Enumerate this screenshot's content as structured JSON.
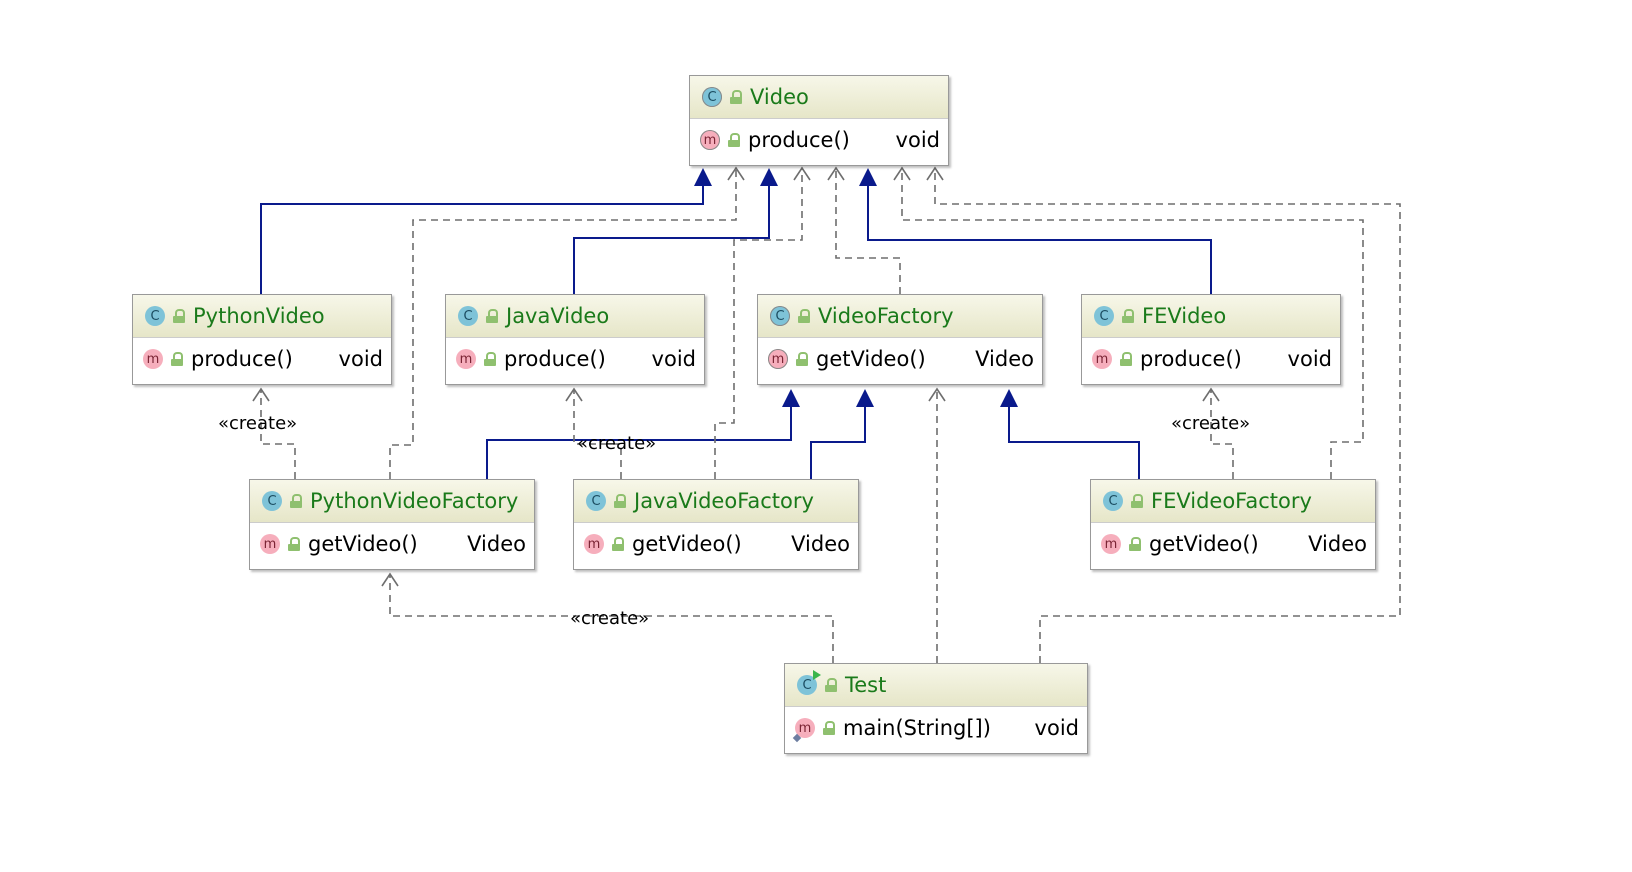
{
  "colors": {
    "inheritance": "#0a1a8c",
    "dependency": "#6e6e6e",
    "class_name": "#1a7a1a",
    "header_gradient_top": "#f7f7e9",
    "header_gradient_bottom": "#e6e6c8"
  },
  "stereotype_label": "«create»",
  "classes": [
    {
      "id": "video",
      "name": "Video",
      "badge": "C",
      "abstract": true,
      "members": [
        {
          "badge": "m",
          "abstract": true,
          "name": "produce()",
          "type": "void"
        }
      ]
    },
    {
      "id": "python_video",
      "name": "PythonVideo",
      "badge": "C",
      "members": [
        {
          "badge": "m",
          "name": "produce()",
          "type": "void"
        }
      ]
    },
    {
      "id": "java_video",
      "name": "JavaVideo",
      "badge": "C",
      "members": [
        {
          "badge": "m",
          "name": "produce()",
          "type": "void"
        }
      ]
    },
    {
      "id": "video_factory",
      "name": "VideoFactory",
      "badge": "C",
      "abstract": true,
      "members": [
        {
          "badge": "m",
          "abstract": true,
          "name": "getVideo()",
          "type": "Video"
        }
      ]
    },
    {
      "id": "fe_video",
      "name": "FEVideo",
      "badge": "C",
      "members": [
        {
          "badge": "m",
          "name": "produce()",
          "type": "void"
        }
      ]
    },
    {
      "id": "python_video_factory",
      "name": "PythonVideoFactory",
      "badge": "C",
      "members": [
        {
          "badge": "m",
          "name": "getVideo()",
          "type": "Video"
        }
      ]
    },
    {
      "id": "java_video_factory",
      "name": "JavaVideoFactory",
      "badge": "C",
      "members": [
        {
          "badge": "m",
          "name": "getVideo()",
          "type": "Video"
        }
      ]
    },
    {
      "id": "fe_video_factory",
      "name": "FEVideoFactory",
      "badge": "C",
      "members": [
        {
          "badge": "m",
          "name": "getVideo()",
          "type": "Video"
        }
      ]
    },
    {
      "id": "test",
      "name": "Test",
      "badge": "C",
      "runnable": true,
      "members": [
        {
          "badge": "m",
          "static": true,
          "name": "main(String[])",
          "type": "void"
        }
      ]
    }
  ],
  "relations": [
    {
      "type": "inheritance",
      "from": "python_video",
      "to": "video"
    },
    {
      "type": "inheritance",
      "from": "java_video",
      "to": "video"
    },
    {
      "type": "inheritance",
      "from": "fe_video",
      "to": "video"
    },
    {
      "type": "inheritance",
      "from": "python_video_factory",
      "to": "video_factory"
    },
    {
      "type": "inheritance",
      "from": "java_video_factory",
      "to": "video_factory"
    },
    {
      "type": "inheritance",
      "from": "fe_video_factory",
      "to": "video_factory"
    },
    {
      "type": "dependency",
      "from": "python_video_factory",
      "to": "video"
    },
    {
      "type": "dependency",
      "from": "java_video_factory",
      "to": "video"
    },
    {
      "type": "dependency",
      "from": "video_factory",
      "to": "video"
    },
    {
      "type": "dependency",
      "from": "fe_video_factory",
      "to": "video"
    },
    {
      "type": "dependency",
      "from": "test",
      "to": "video"
    },
    {
      "type": "dependency",
      "from": "test",
      "to": "video_factory"
    },
    {
      "type": "dependency",
      "from": "python_video_factory",
      "to": "python_video",
      "label": "«create»"
    },
    {
      "type": "dependency",
      "from": "java_video_factory",
      "to": "java_video",
      "label": "«create»"
    },
    {
      "type": "dependency",
      "from": "fe_video_factory",
      "to": "fe_video",
      "label": "«create»"
    },
    {
      "type": "dependency",
      "from": "test",
      "to": "python_video_factory",
      "label": "«create»"
    }
  ]
}
